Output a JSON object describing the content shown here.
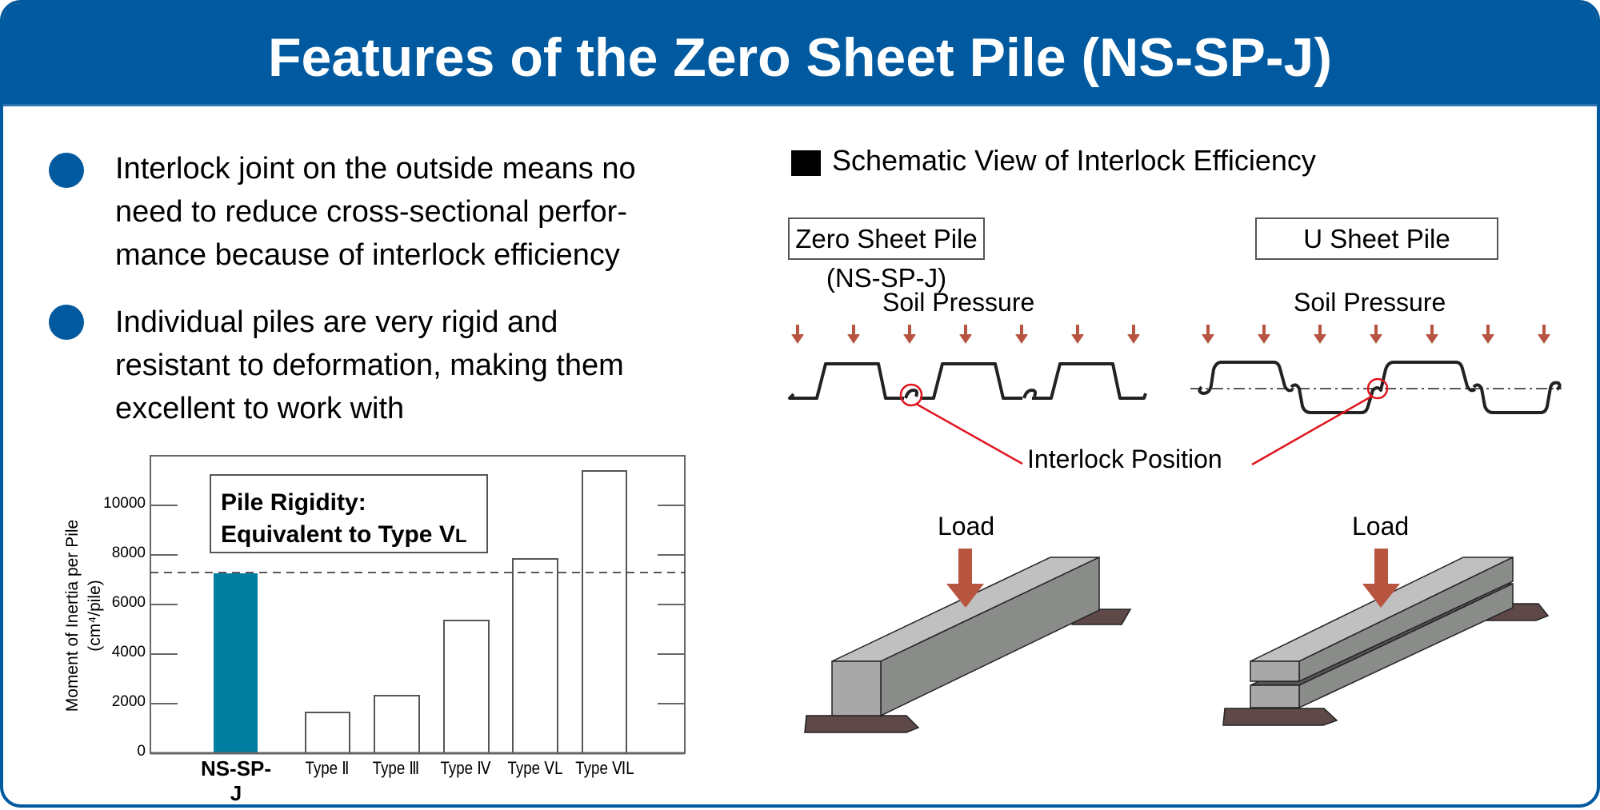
{
  "header": {
    "title": "Features of the Zero Sheet Pile (NS-SP-J)"
  },
  "bullets": [
    {
      "lines": [
        "Interlock joint on the outside means no",
        "need to reduce cross-sectional perfor-",
        "mance because of interlock efficiency"
      ]
    },
    {
      "lines": [
        "Individual piles are very rigid and",
        "resistant to deformation, making them",
        "excellent to work with"
      ]
    }
  ],
  "colors": {
    "brand_blue": "#015aa0",
    "highlight_bar": "#007fa0",
    "arrow": "#b85540",
    "interlock_marker": "#e0141e",
    "support": "#5e4848",
    "beam_top": "#c0c0c0",
    "beam_side": "#8a8c8a",
    "beam_front": "#a8a8a8"
  },
  "chart_data": {
    "type": "bar",
    "title": "",
    "annotation": {
      "line1": "Pile Rigidity:",
      "line2": "Equivalent to Type V",
      "line2_sub": "L"
    },
    "categories": [
      "NS-SP-J",
      "Type Ⅱ",
      "Type Ⅲ",
      "Type Ⅳ",
      "Type ⅤL",
      "Type ⅥL"
    ],
    "values": [
      7250,
      1650,
      2300,
      5350,
      7850,
      11400
    ],
    "highlight": "NS-SP-J",
    "reference_line": {
      "value": 7250,
      "style": "dashed"
    },
    "xlabel": "",
    "ylabel": "Moment of Inertia per Pile",
    "ylabel_unit": "(cm⁴/pile)",
    "ylim": [
      0,
      12000
    ],
    "yticks": [
      0,
      2000,
      4000,
      6000,
      8000,
      10000
    ],
    "grid": false,
    "legend": null
  },
  "schematic": {
    "section_title": "Schematic View of Interlock Efficiency",
    "left_label": "Zero Sheet Pile (NS-SP-J)",
    "right_label": "U Sheet Pile",
    "soil_pressure": "Soil Pressure",
    "interlock_position": "Interlock Position",
    "load": "Load"
  }
}
